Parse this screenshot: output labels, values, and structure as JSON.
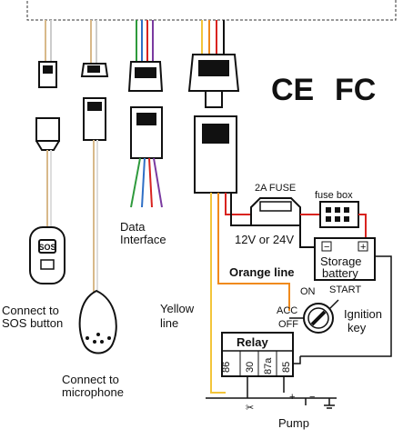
{
  "labels": {
    "sos": [
      "Connect to",
      "SOS button"
    ],
    "microphone": [
      "Connect to",
      "microphone"
    ],
    "data": [
      "Data",
      "Interface"
    ],
    "yellow": [
      "Yellow",
      "line"
    ],
    "orange": "Orange line",
    "fuse": "2A FUSE",
    "fusebox": "fuse box",
    "voltage": "12V or 24V",
    "battery": [
      "Storage",
      "battery"
    ],
    "battery_minus": "−",
    "battery_plus": "+",
    "ignition": [
      "Ignition",
      "key"
    ],
    "on": "ON",
    "start": "START",
    "acc": "ACC",
    "off": "OFF",
    "relay": "Relay",
    "relay_pins": [
      "86",
      "30",
      "87a",
      "85"
    ],
    "pump": "Pump",
    "pump_plus": "+",
    "pump_minus": "−"
  },
  "logos": {
    "ce": "CE",
    "fc": "FC"
  },
  "colors": {
    "yellow_wire": "#f3c53a",
    "orange_wire": "#f08a1c",
    "red_wire": "#d9231f",
    "black_wire": "#111111",
    "green_wire": "#2e9a3c",
    "blue_wire": "#2f6fc6",
    "purple_wire": "#7a3aa0",
    "tan_wire": "#d8b98a"
  }
}
